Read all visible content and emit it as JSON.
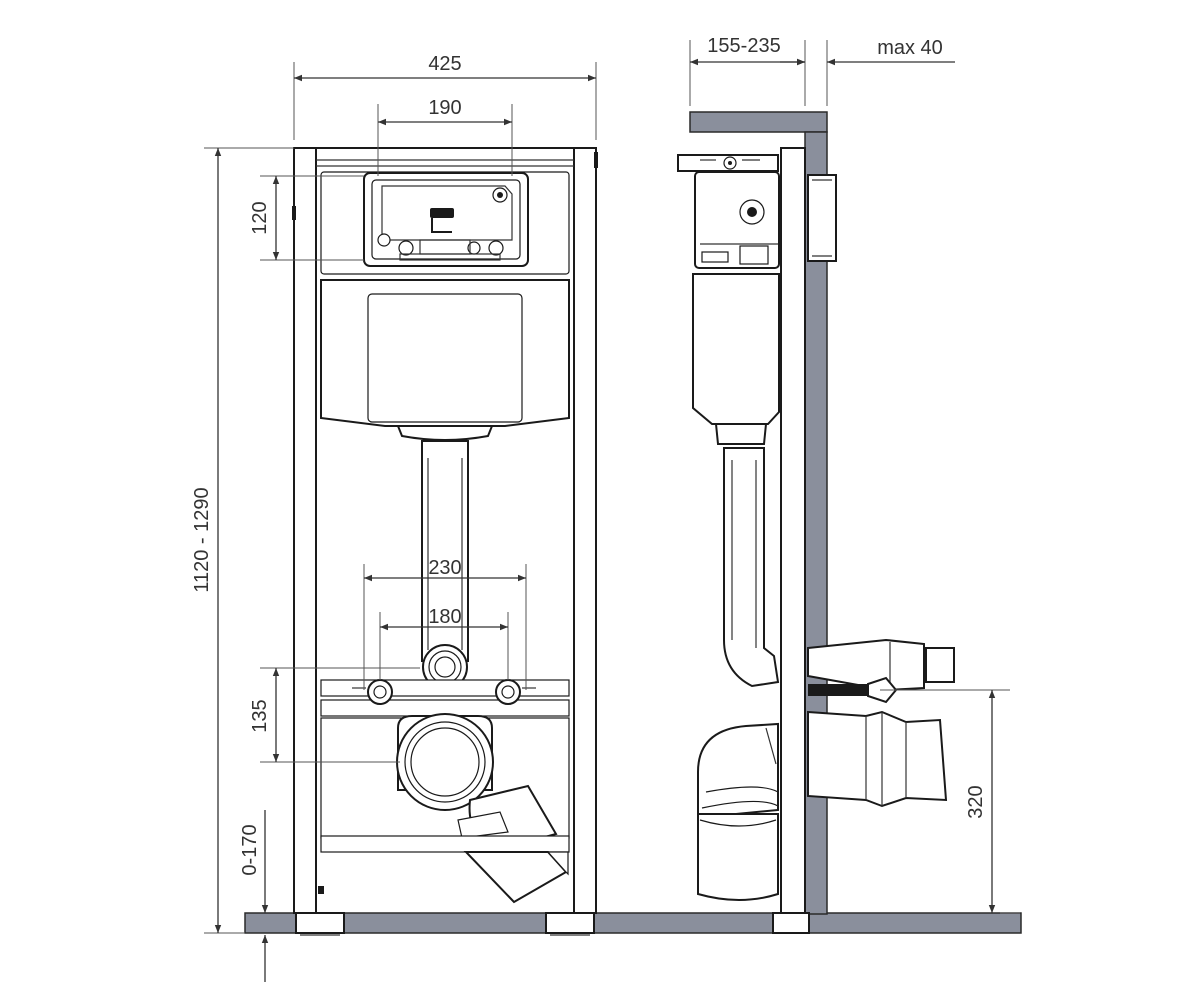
{
  "dimensions": {
    "frame_width": "425",
    "button_width": "190",
    "button_height": "120",
    "total_height": "1120 - 1290",
    "bolts_outer": "230",
    "bolts_inner": "180",
    "drain_height": "135",
    "foot_adjust": "0-170",
    "wall_gap": "155-235",
    "panel_thickness": "max 40",
    "side_drain_height": "320"
  },
  "colors": {
    "wall_fill": "#8a8f9c",
    "line": "#1a1a1a",
    "dimension_text": "#333333"
  }
}
